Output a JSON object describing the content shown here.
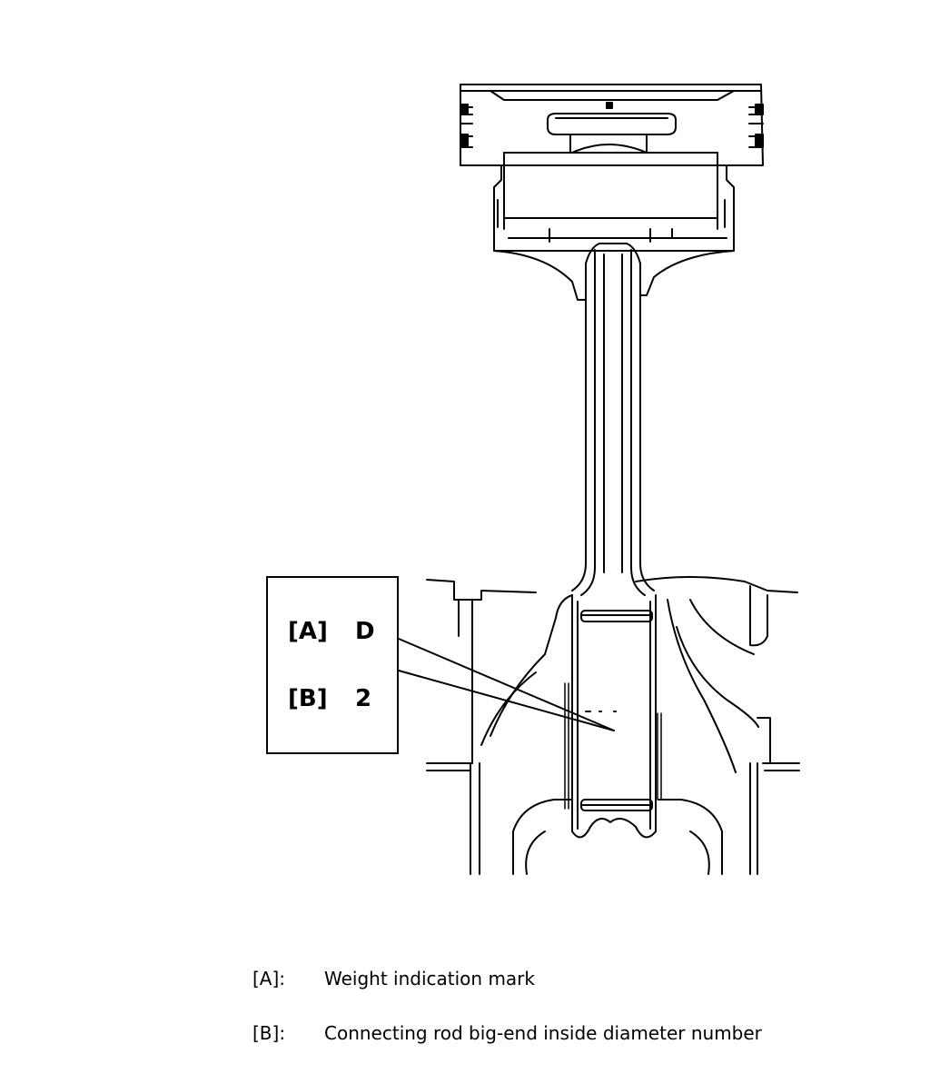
{
  "callout": {
    "row_a": {
      "key": "[A]",
      "value": "D"
    },
    "row_b": {
      "key": "[B]",
      "value": "2"
    }
  },
  "legend": [
    {
      "key": "[A]:",
      "desc": "Weight indication mark"
    },
    {
      "key": "[B]:",
      "desc": "Connecting rod big-end inside diameter number"
    }
  ]
}
